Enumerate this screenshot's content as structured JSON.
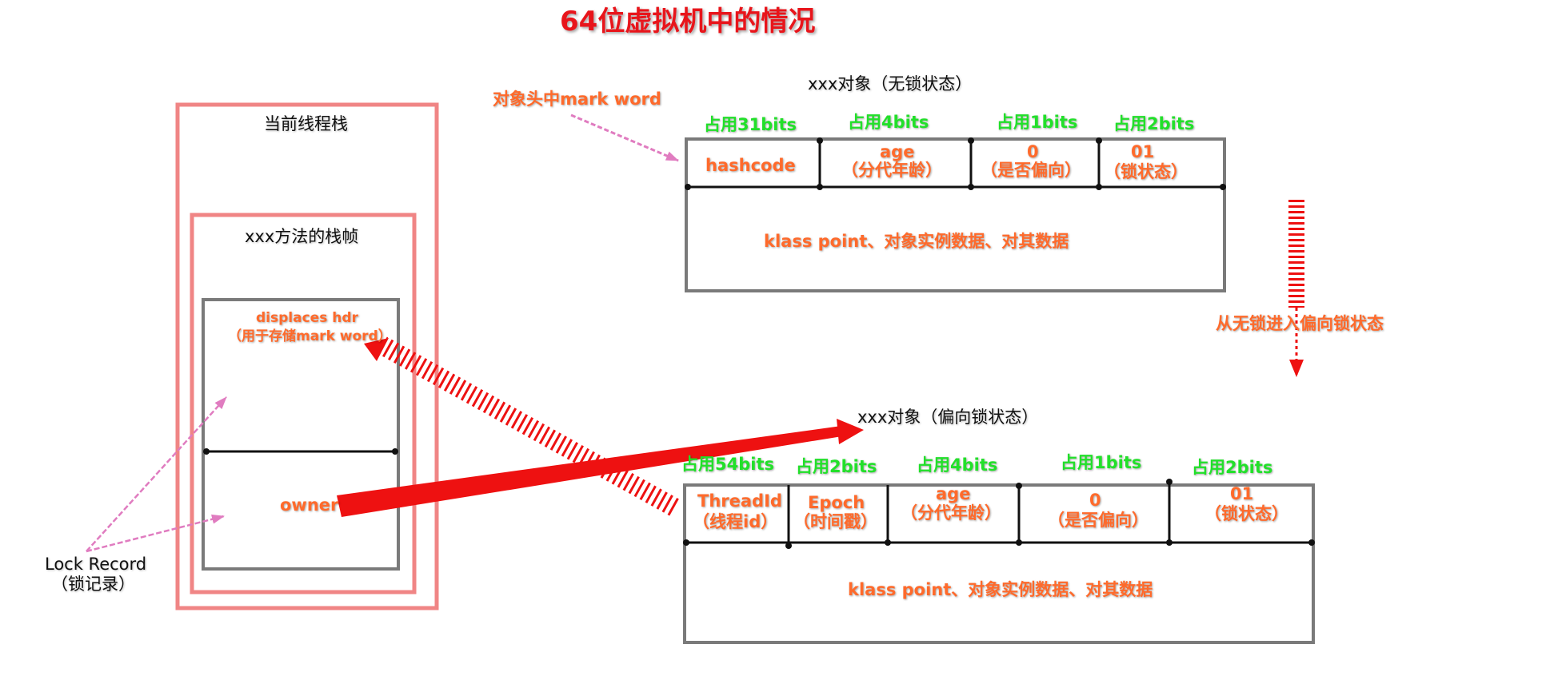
{
  "title": "64位虚拟机中的情况",
  "stack": {
    "thread_stack_label": "当前线程栈",
    "frame_label": "xxx方法的栈帧",
    "displaced_header": "displaces hdr",
    "displaced_header_note": "（用于存储mark word）",
    "owner_label": "owner",
    "lock_record_label": "Lock Record",
    "lock_record_note": "（锁记录）"
  },
  "unlocked_object": {
    "caption": "xxx对象（无锁状态）",
    "mark_word_pointer": "对象头中mark word",
    "fields": [
      {
        "size": "占用31bits",
        "name": "hashcode",
        "note": ""
      },
      {
        "size": "占用4bits",
        "name": "age",
        "note": "（分代年龄）"
      },
      {
        "size": "占用1bits",
        "name": "0",
        "note": "（是否偏向）"
      },
      {
        "size": "占用2bits",
        "name": "01",
        "note": "（锁状态）"
      }
    ],
    "body": "klass point、对象实例数据、对其数据"
  },
  "transition_label": "从无锁进入偏向锁状态",
  "biased_object": {
    "caption": "xxx对象（偏向锁状态）",
    "fields": [
      {
        "size": "占用54bits",
        "name": "ThreadId",
        "note": "（线程id）"
      },
      {
        "size": "占用2bits",
        "name": "Epoch",
        "note": "（时间戳）"
      },
      {
        "size": "占用4bits",
        "name": "age",
        "note": "（分代年龄）"
      },
      {
        "size": "占用1bits",
        "name": "0",
        "note": "（是否偏向）"
      },
      {
        "size": "占用2bits",
        "name": "01",
        "note": "（锁状态）"
      }
    ],
    "body": "klass point、对象实例数据、对其数据"
  },
  "colors": {
    "title": "#e8151b",
    "field_text": "#ff6a2b",
    "size_text": "#22e02a",
    "stack_border": "#f08585",
    "object_border": "#7a7a7a",
    "arrow_red": "#ee1111",
    "arrow_pink": "#e07cc0"
  }
}
